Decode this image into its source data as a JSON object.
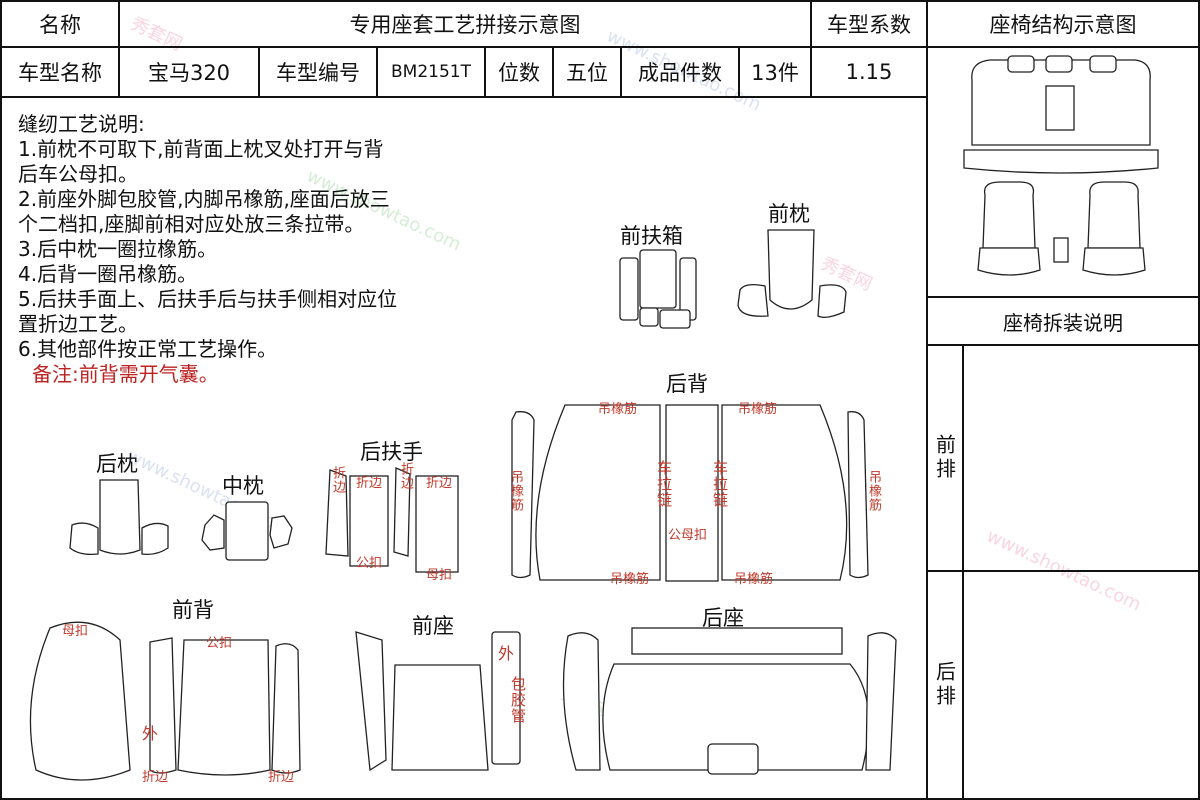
{
  "header": {
    "name_label": "名称",
    "title": "专用座套工艺拼接示意图",
    "coef_label": "车型系数",
    "structure_title": "座椅结构示意图"
  },
  "info_row": {
    "model_name_label": "车型名称",
    "model_name": "宝马320",
    "model_code_label": "车型编号",
    "model_code": "BM2151T",
    "seats_label": "位数",
    "seats": "五位",
    "pieces_label": "成品件数",
    "pieces": "13件",
    "coef_value": "1.15"
  },
  "notes": {
    "title": "缝纫工艺说明:",
    "lines": [
      "1.前枕不可取下,前背面上枕叉处打开与背",
      "后车公母扣。",
      "2.前座外脚包胶管,内脚吊橡筋,座面后放三",
      "个二档扣,座脚前相对应处放三条拉带。",
      "3.后中枕一圈拉橡筋。",
      "4.后背一圈吊橡筋。",
      "5.后扶手面上、后扶手后与扶手侧相对应位",
      "置折边工艺。",
      "6.其他部件按正常工艺操作。"
    ],
    "remark": "备注:前背需开气囊。"
  },
  "pieces": {
    "front_armrest_box": "前扶箱",
    "front_headrest": "前枕",
    "rear_back": "后背",
    "rear_headrest": "后枕",
    "middle_headrest": "中枕",
    "rear_armrest": "后扶手",
    "front_back": "前背",
    "front_seat": "前座",
    "rear_seat": "后座"
  },
  "red_labels": {
    "hang_elastic": "吊橡筋",
    "car_zipper": "车拉链",
    "male_snap": "公母扣",
    "fold_edge": "折边",
    "male": "公扣",
    "female": "母扣",
    "outer": "外",
    "glue_tube": "包胶管"
  },
  "sidebar": {
    "disassembly_title": "座椅拆装说明",
    "front_row": "前排",
    "back_row": "后排"
  },
  "watermark": {
    "cn": "秀套网",
    "url": "www.showtao.com"
  }
}
